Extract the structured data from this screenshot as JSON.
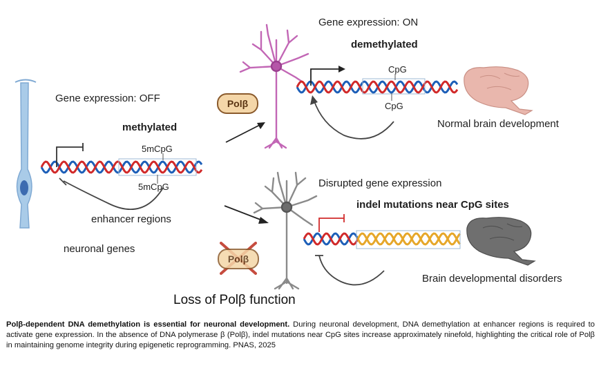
{
  "labels": {
    "gene_on": "Gene expression: ON",
    "demethylated": "demethylated",
    "gene_off": "Gene expression: OFF",
    "methylated": "methylated",
    "cpg_top": "CpG",
    "cpg_bottom": "CpG",
    "mcpg_top": "5mCpG",
    "mcpg_bottom": "5mCpG",
    "normal_brain": "Normal brain development",
    "disrupted": "Disrupted gene expression",
    "indel": "indel mutations near CpG sites",
    "enhancer": "enhancer regions",
    "neuronal_genes": "neuronal genes",
    "brain_disorders": "Brain developmental disorders",
    "loss": "Loss of Polβ function"
  },
  "pills": {
    "polb": "Polβ",
    "polb_crossed": "Polβ"
  },
  "caption": {
    "bold": "Polβ-dependent DNA demethylation is essential for neuronal development.",
    "text": " During neuronal development, DNA demethylation at enhancer regions is required to activate gene expression. In the absence of DNA polymerase β (Polβ), indel mutations near CpG sites increase approximately ninefold, highlighting the critical role of Polβ in maintaining genome integrity during epigenetic reprogramming. PNAS, 2025"
  },
  "colors": {
    "strand_red": "#d12a2a",
    "strand_blue": "#1d5fb8",
    "mutation_gold": "#e6a72a",
    "normal_neuron": "#c266b5",
    "disrupted_neuron": "#8a8a8a",
    "progenitor": "#a9cbe8",
    "normal_brain": "#e9b7ad",
    "disrupted_brain": "#6f6f6f",
    "pill_fill": "#f4d6a8",
    "cross": "#c0392b"
  }
}
